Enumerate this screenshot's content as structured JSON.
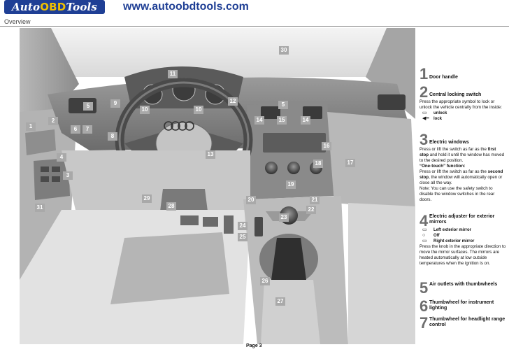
{
  "header": {
    "logo_prefix": "Auto",
    "logo_accent": "OBD",
    "logo_suffix": "Tools",
    "url": "www.autoobdtools.com",
    "section": "Overview"
  },
  "callouts": [
    "30",
    "11",
    "12",
    "9",
    "5",
    "5",
    "10",
    "10",
    "14",
    "15",
    "14",
    "2",
    "1",
    "6",
    "7",
    "8",
    "16",
    "4",
    "13",
    "18",
    "17",
    "3",
    "19",
    "29",
    "28",
    "20",
    "21",
    "31",
    "22",
    "23",
    "24",
    "25",
    "26",
    "27"
  ],
  "legend": {
    "e1_num": "1",
    "e1_title": "Door handle",
    "e2_num": "2",
    "e2_title": "Central locking switch",
    "e2_body": "Press the appropriate symbol to lock or unlock the vehicle centrally from the inside:",
    "e2_sym1": "unlock",
    "e2_sym2": "lock",
    "e3_num": "3",
    "e3_title": "Electric windows",
    "e3_p1_a": "Press or lift the switch as far as the ",
    "e3_p1_b": "first stop",
    "e3_p1_c": " and hold it until the window has moved to the desired position.",
    "e3_p2_label": "“One-touch” function:",
    "e3_p2_a": "Press or lift the switch as far as the ",
    "e3_p2_b": "second stop",
    "e3_p2_c": ", the window will automatically open or close all the way.",
    "e3_note": "Note: You can use the safety switch to disable the window switches in the rear doors.",
    "e4_num": "4",
    "e4_title": "Electric adjuster for exterior mirrors",
    "e4_sym1": "Left exterior mirror",
    "e4_sym2": "Off",
    "e4_sym3": "Right exterior mirror",
    "e4_body": "Press the knob in the appropriate direction to move the mirror surfaces. The mirrors are heated automatically at low outside temperatures when the ignition is on.",
    "e5_num": "5",
    "e5_title": "Air outlets with thumbwheels",
    "e6_num": "6",
    "e6_title": "Thumbwheel for instrument lighting",
    "e7_num": "7",
    "e7_title": "Thumbwheel for headlight range control"
  },
  "footer": {
    "page": "Page 3"
  },
  "colors": {
    "brand_blue": "#1f3f95",
    "logo_accent": "#f0c000",
    "callout_gray": "#a9a9a9",
    "number_gray": "#6e6e6e"
  }
}
